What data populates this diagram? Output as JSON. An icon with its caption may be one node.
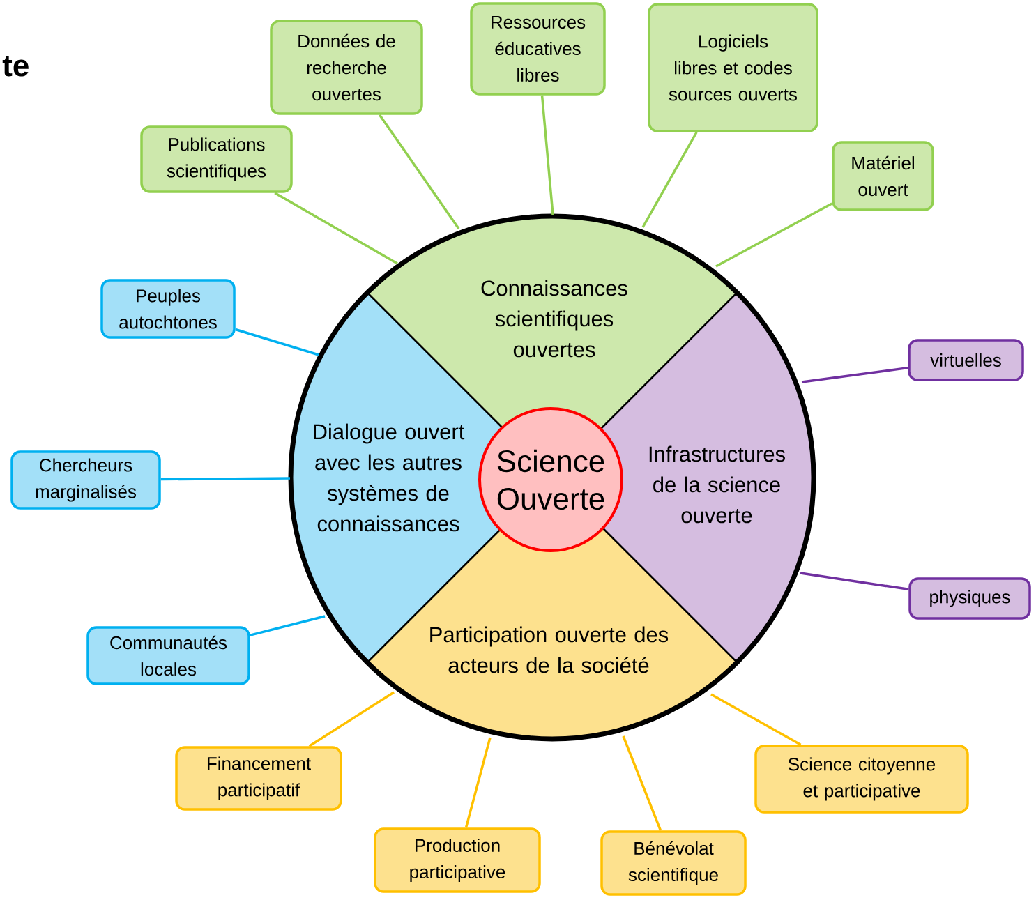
{
  "diagram": {
    "title": "te",
    "nodes": [
      {
        "text": [
          "Science Ouverte"
        ]
      },
      {
        "text": [
          "Connaissances scientifiques ouvertes"
        ]
      },
      {
        "text": [
          "Infrastructures de la science ouverte"
        ]
      },
      {
        "text": [
          "Participation ouverte des acteurs de la société"
        ]
      },
      {
        "text": [
          "Dialogue ouvert avec les autres systèmes de connaissances"
        ]
      },
      {
        "text": [
          "Publications scientifiques"
        ]
      },
      {
        "text": [
          "Données de recherche ouvertes"
        ]
      },
      {
        "text": [
          "Ressources éducatives libres"
        ]
      },
      {
        "text": [
          "Logiciels libres et codes sources ouverts"
        ]
      },
      {
        "text": [
          "Matériel ouvert"
        ]
      },
      {
        "text": [
          "virtuelles"
        ]
      },
      {
        "text": [
          "physiques"
        ]
      },
      {
        "text": [
          "Peuples autochtones"
        ]
      },
      {
        "text": [
          "Chercheurs marginalisés"
        ]
      },
      {
        "text": [
          "Communautés locales"
        ]
      },
      {
        "text": [
          "Financement participatif"
        ]
      },
      {
        "text": [
          "Production participative"
        ]
      },
      {
        "text": [
          "Bénévolat scientifique"
        ]
      },
      {
        "text": [
          "Science citoyenne et participative"
        ]
      }
    ],
    "edges": [
      {
        "from": 5,
        "to": 1,
        "arrow": "none",
        "color": "#92d050"
      },
      {
        "from": 6,
        "to": 1,
        "arrow": "none",
        "color": "#92d050"
      },
      {
        "from": 7,
        "to": 1,
        "arrow": "none",
        "color": "#92d050"
      },
      {
        "from": 8,
        "to": 1,
        "arrow": "none",
        "color": "#92d050"
      },
      {
        "from": 9,
        "to": 1,
        "arrow": "none",
        "color": "#92d050"
      },
      {
        "from": 10,
        "to": 2,
        "arrow": "none",
        "color": "#7030a0"
      },
      {
        "from": 11,
        "to": 2,
        "arrow": "none",
        "color": "#7030a0"
      },
      {
        "from": 12,
        "to": 4,
        "arrow": "none",
        "color": "#00b0f0"
      },
      {
        "from": 13,
        "to": 4,
        "arrow": "none",
        "color": "#00b0f0"
      },
      {
        "from": 14,
        "to": 4,
        "arrow": "none",
        "color": "#00b0f0"
      },
      {
        "from": 15,
        "to": 3,
        "arrow": "none",
        "color": "#ffc000"
      },
      {
        "from": 16,
        "to": 3,
        "arrow": "none",
        "color": "#ffc000"
      },
      {
        "from": 17,
        "to": 3,
        "arrow": "none",
        "color": "#ffc000"
      },
      {
        "from": 18,
        "to": 3,
        "arrow": "none",
        "color": "#ffc000"
      }
    ]
  }
}
